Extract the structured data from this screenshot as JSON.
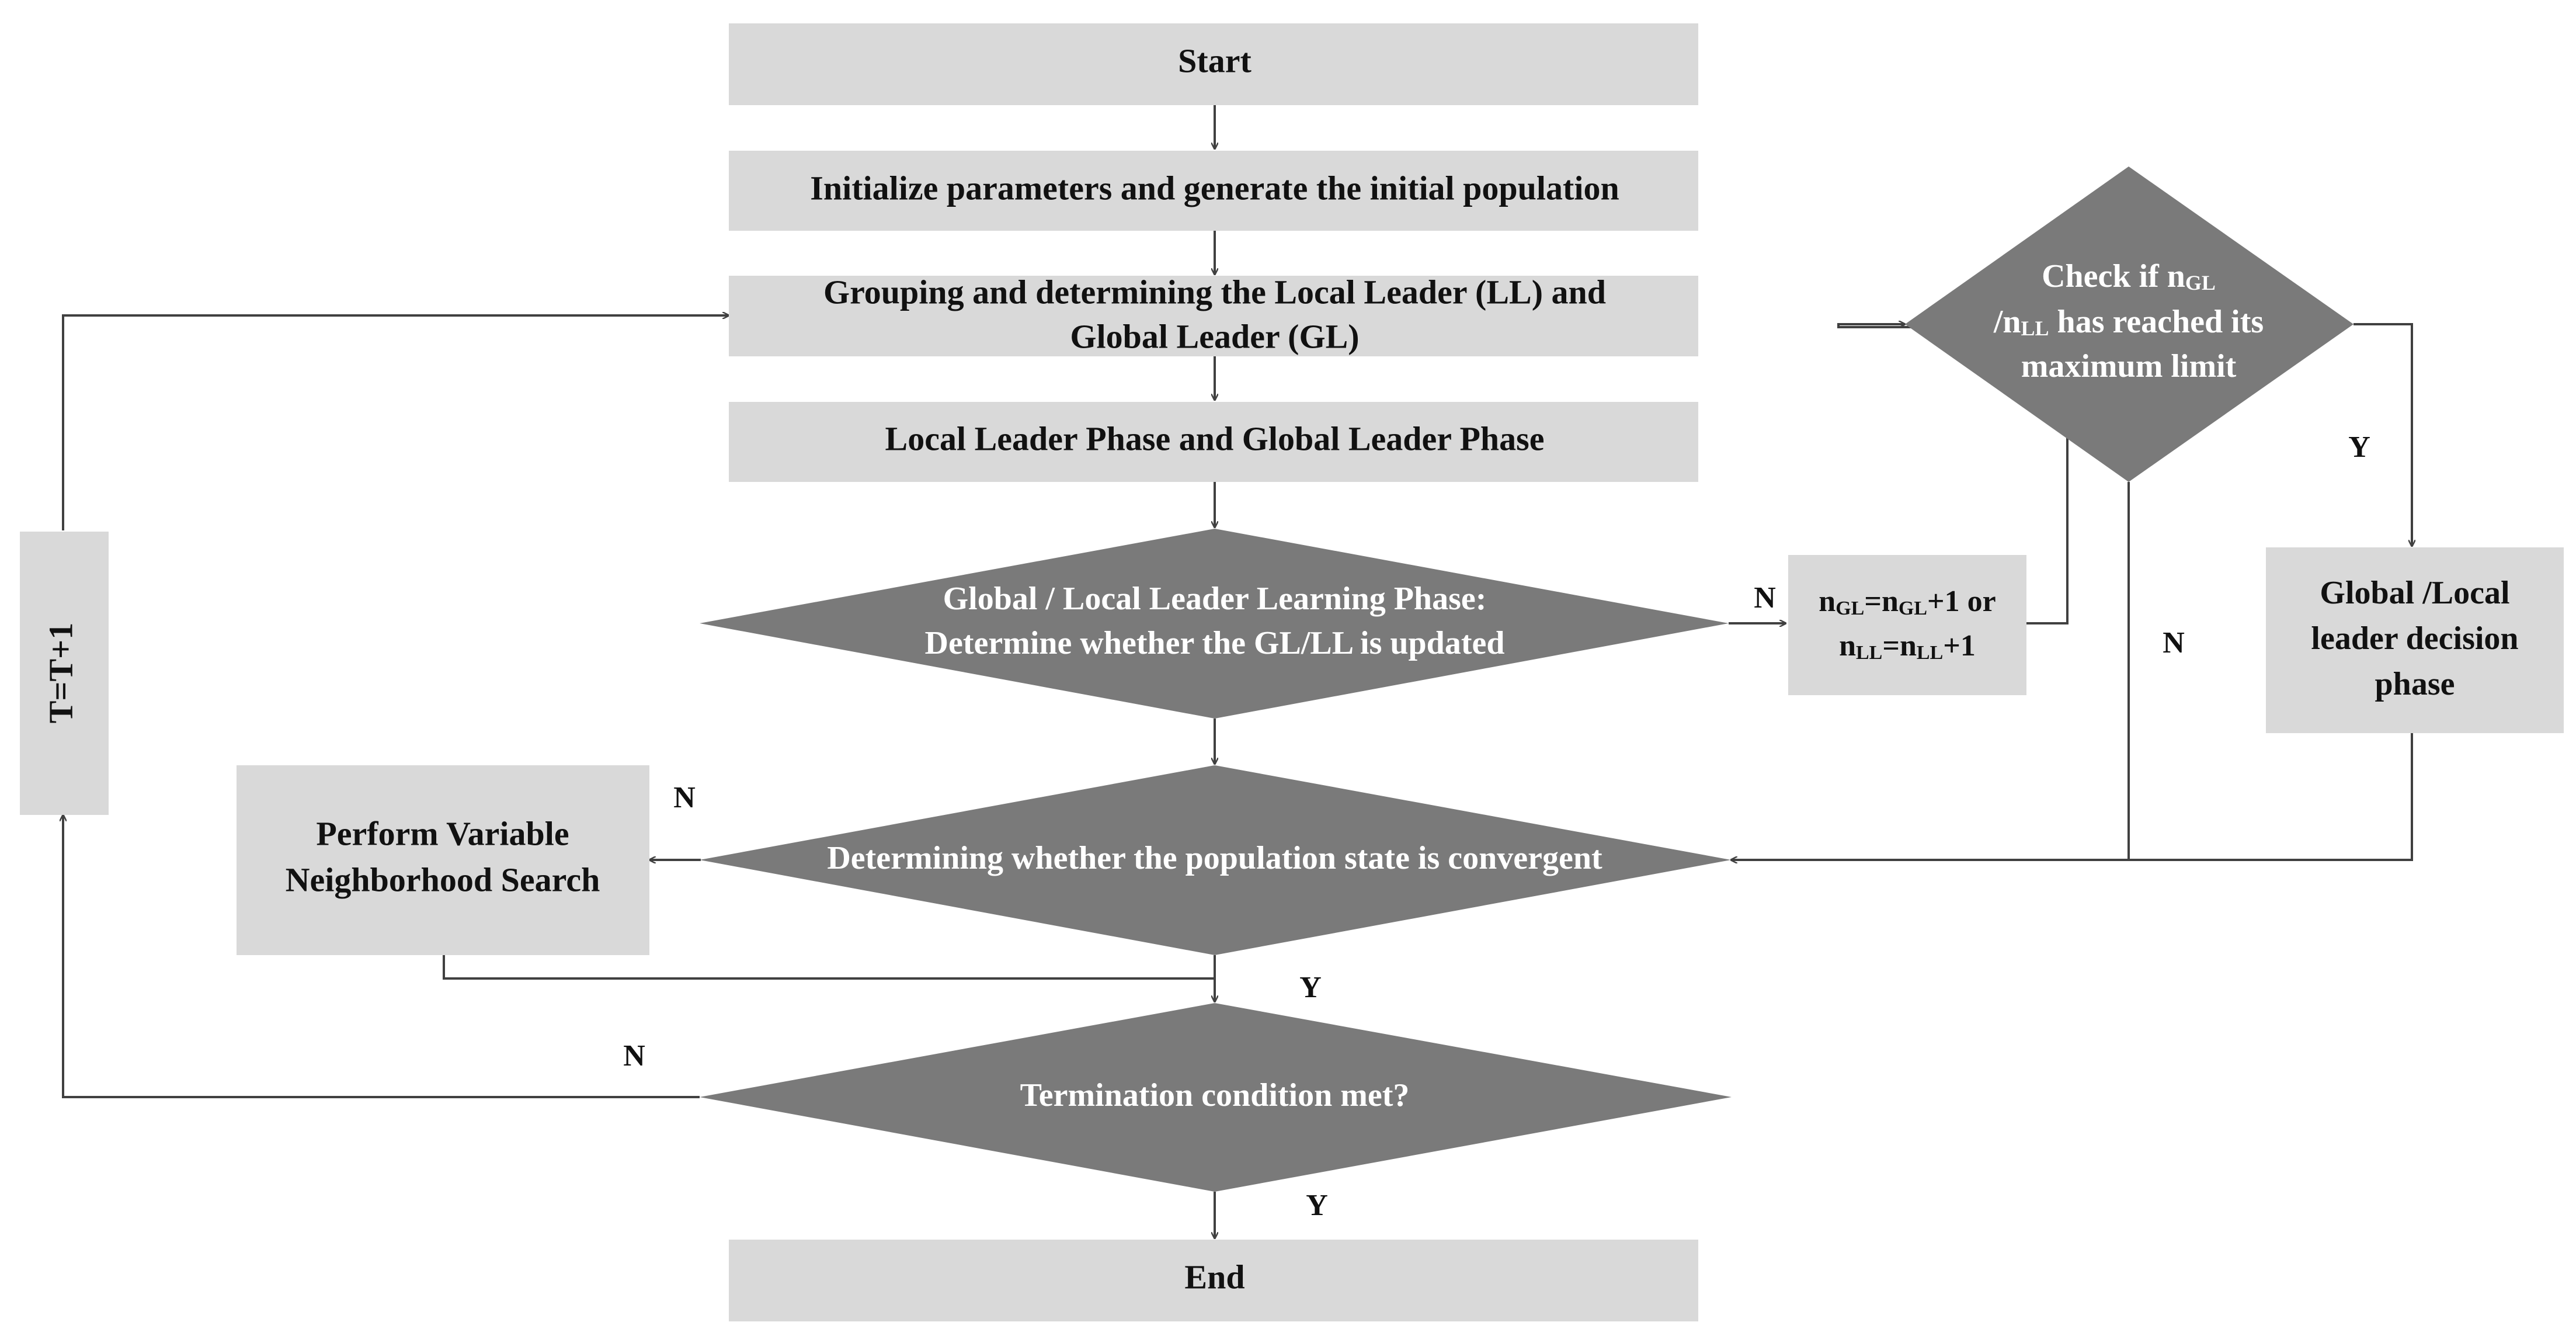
{
  "nodes": {
    "start": "Start",
    "init": "Initialize parameters and generate the initial population",
    "grouping_l1": "Grouping and determining the Local Leader (LL) and",
    "grouping_l2": "Global Leader (GL)",
    "leader_phase": "Local Leader Phase and Global Leader Phase",
    "learning_l1": "Global / Local Leader Learning Phase:",
    "learning_l2": "Determine whether the GL/LL is updated",
    "counter_l1": {
      "a": "n",
      "a_sub": "GL",
      "b": "=n",
      "b_sub": "GL",
      "c": "+1 or"
    },
    "counter_l2": {
      "a": "n",
      "a_sub": "LL",
      "b": "=n",
      "b_sub": "LL",
      "c": "+1"
    },
    "check_l1": {
      "a": "Check if n",
      "a_sub": "GL"
    },
    "check_l2": {
      "a": "/n",
      "a_sub": "LL",
      "b": " has reached its"
    },
    "check_l3": "maximum limit",
    "decision_l1": "Global /Local",
    "decision_l2": "leader decision",
    "decision_l3": "phase",
    "convergent": "Determining whether the population state is convergent",
    "vns_l1": "Perform Variable",
    "vns_l2": "Neighborhood Search",
    "termination": "Termination condition met?",
    "end": "End",
    "increment": "T=T+1"
  },
  "edge_labels": {
    "learning_no": "N",
    "check_yes": "Y",
    "check_no": "N",
    "convergent_no": "N",
    "convergent_yes": "Y",
    "termination_no": "N",
    "termination_yes": "Y"
  },
  "colors": {
    "box_fill": "#d9d9d9",
    "diamond_fill": "#7a7a7a",
    "line": "#404040",
    "box_text": "#111111",
    "diamond_text": "#ffffff"
  }
}
